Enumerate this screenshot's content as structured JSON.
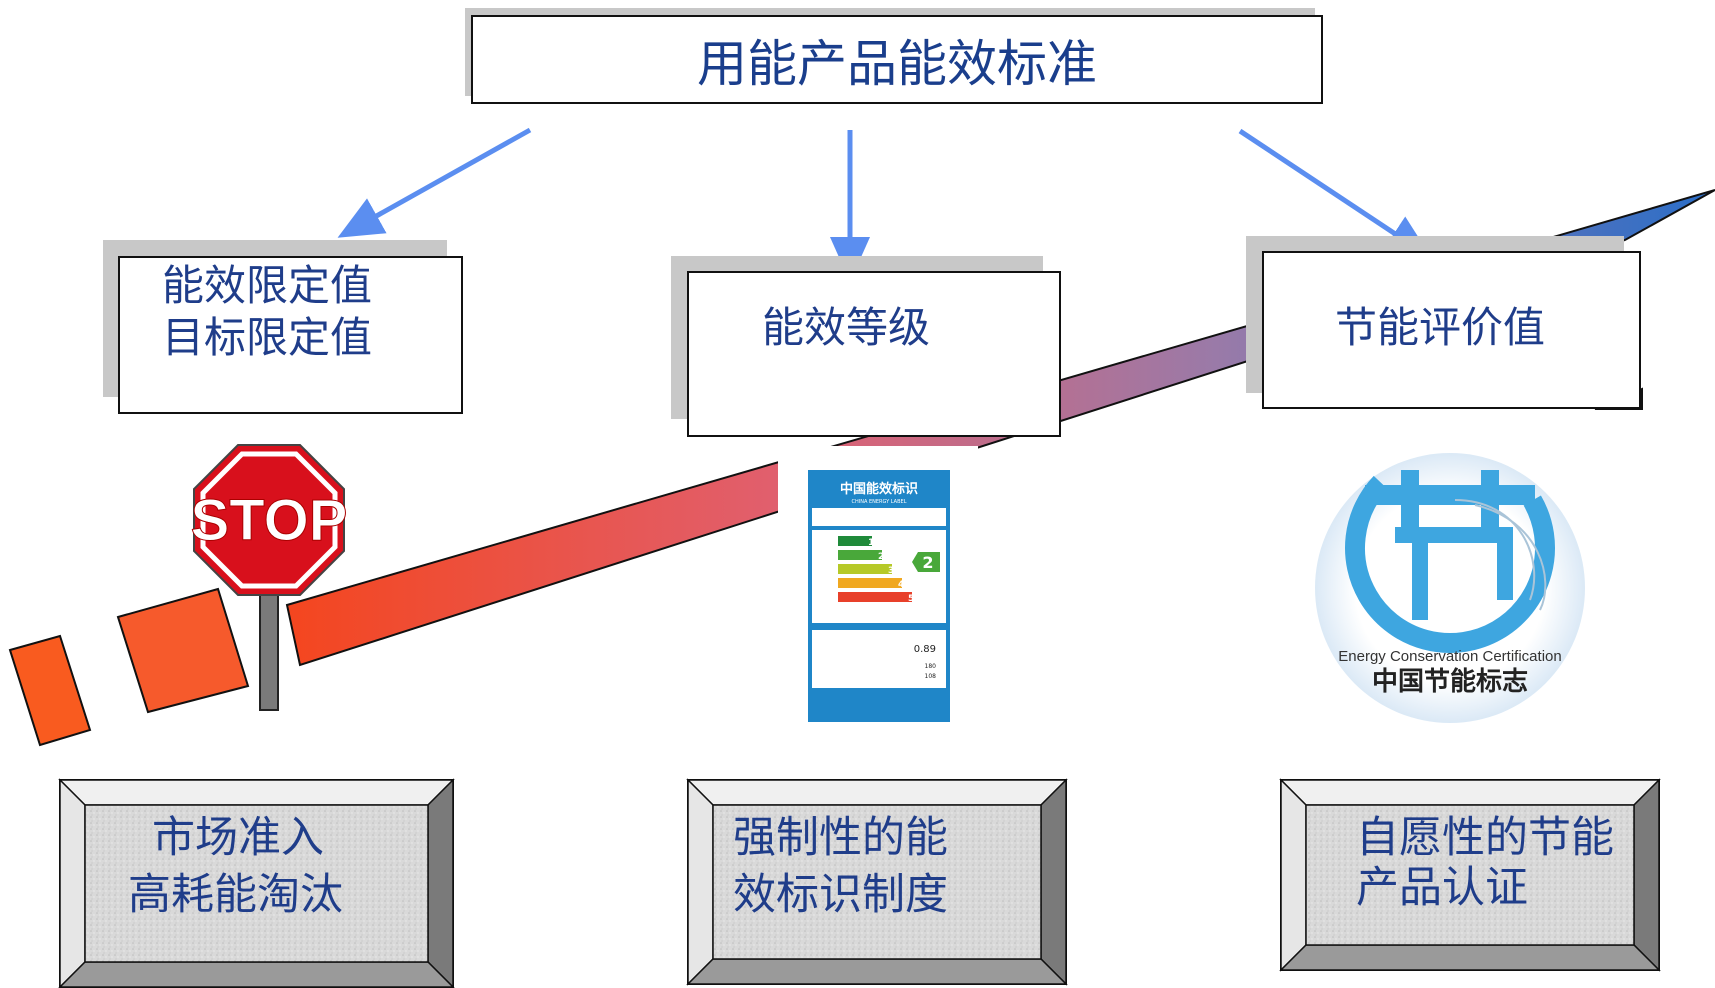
{
  "top_title": "用能产品能效标准",
  "notes": {
    "left_line1": "能效限定值",
    "left_line2": "目标限定值",
    "middle": "能效等级",
    "right": "节能评价值"
  },
  "stop_sign": {
    "text": "STOP"
  },
  "energy_label": {
    "title_cn": "中国能效标识",
    "title_en": "CHINA ENERGY LABEL",
    "grade": "2",
    "levels": [
      "1",
      "2",
      "3",
      "4",
      "5"
    ],
    "consumption": "0.89",
    "vol1": "180",
    "vol2": "108"
  },
  "cert_logo": {
    "text_en": "Energy Conservation Certification",
    "text_cn": "中国节能标志"
  },
  "bottom_boxes": {
    "left_line1": "市场准入",
    "left_line2": "高耗能淘汰",
    "middle_line1": "强制性的能",
    "middle_line2": "效标识制度",
    "right_line1": "自愿性的节能",
    "right_line2": "产品认证"
  },
  "colors": {
    "text_blue": "#1f3d8a",
    "arrow_blue": "#5b8ef0",
    "band_start": "#f4461f",
    "band_end": "#2a6ec8"
  }
}
